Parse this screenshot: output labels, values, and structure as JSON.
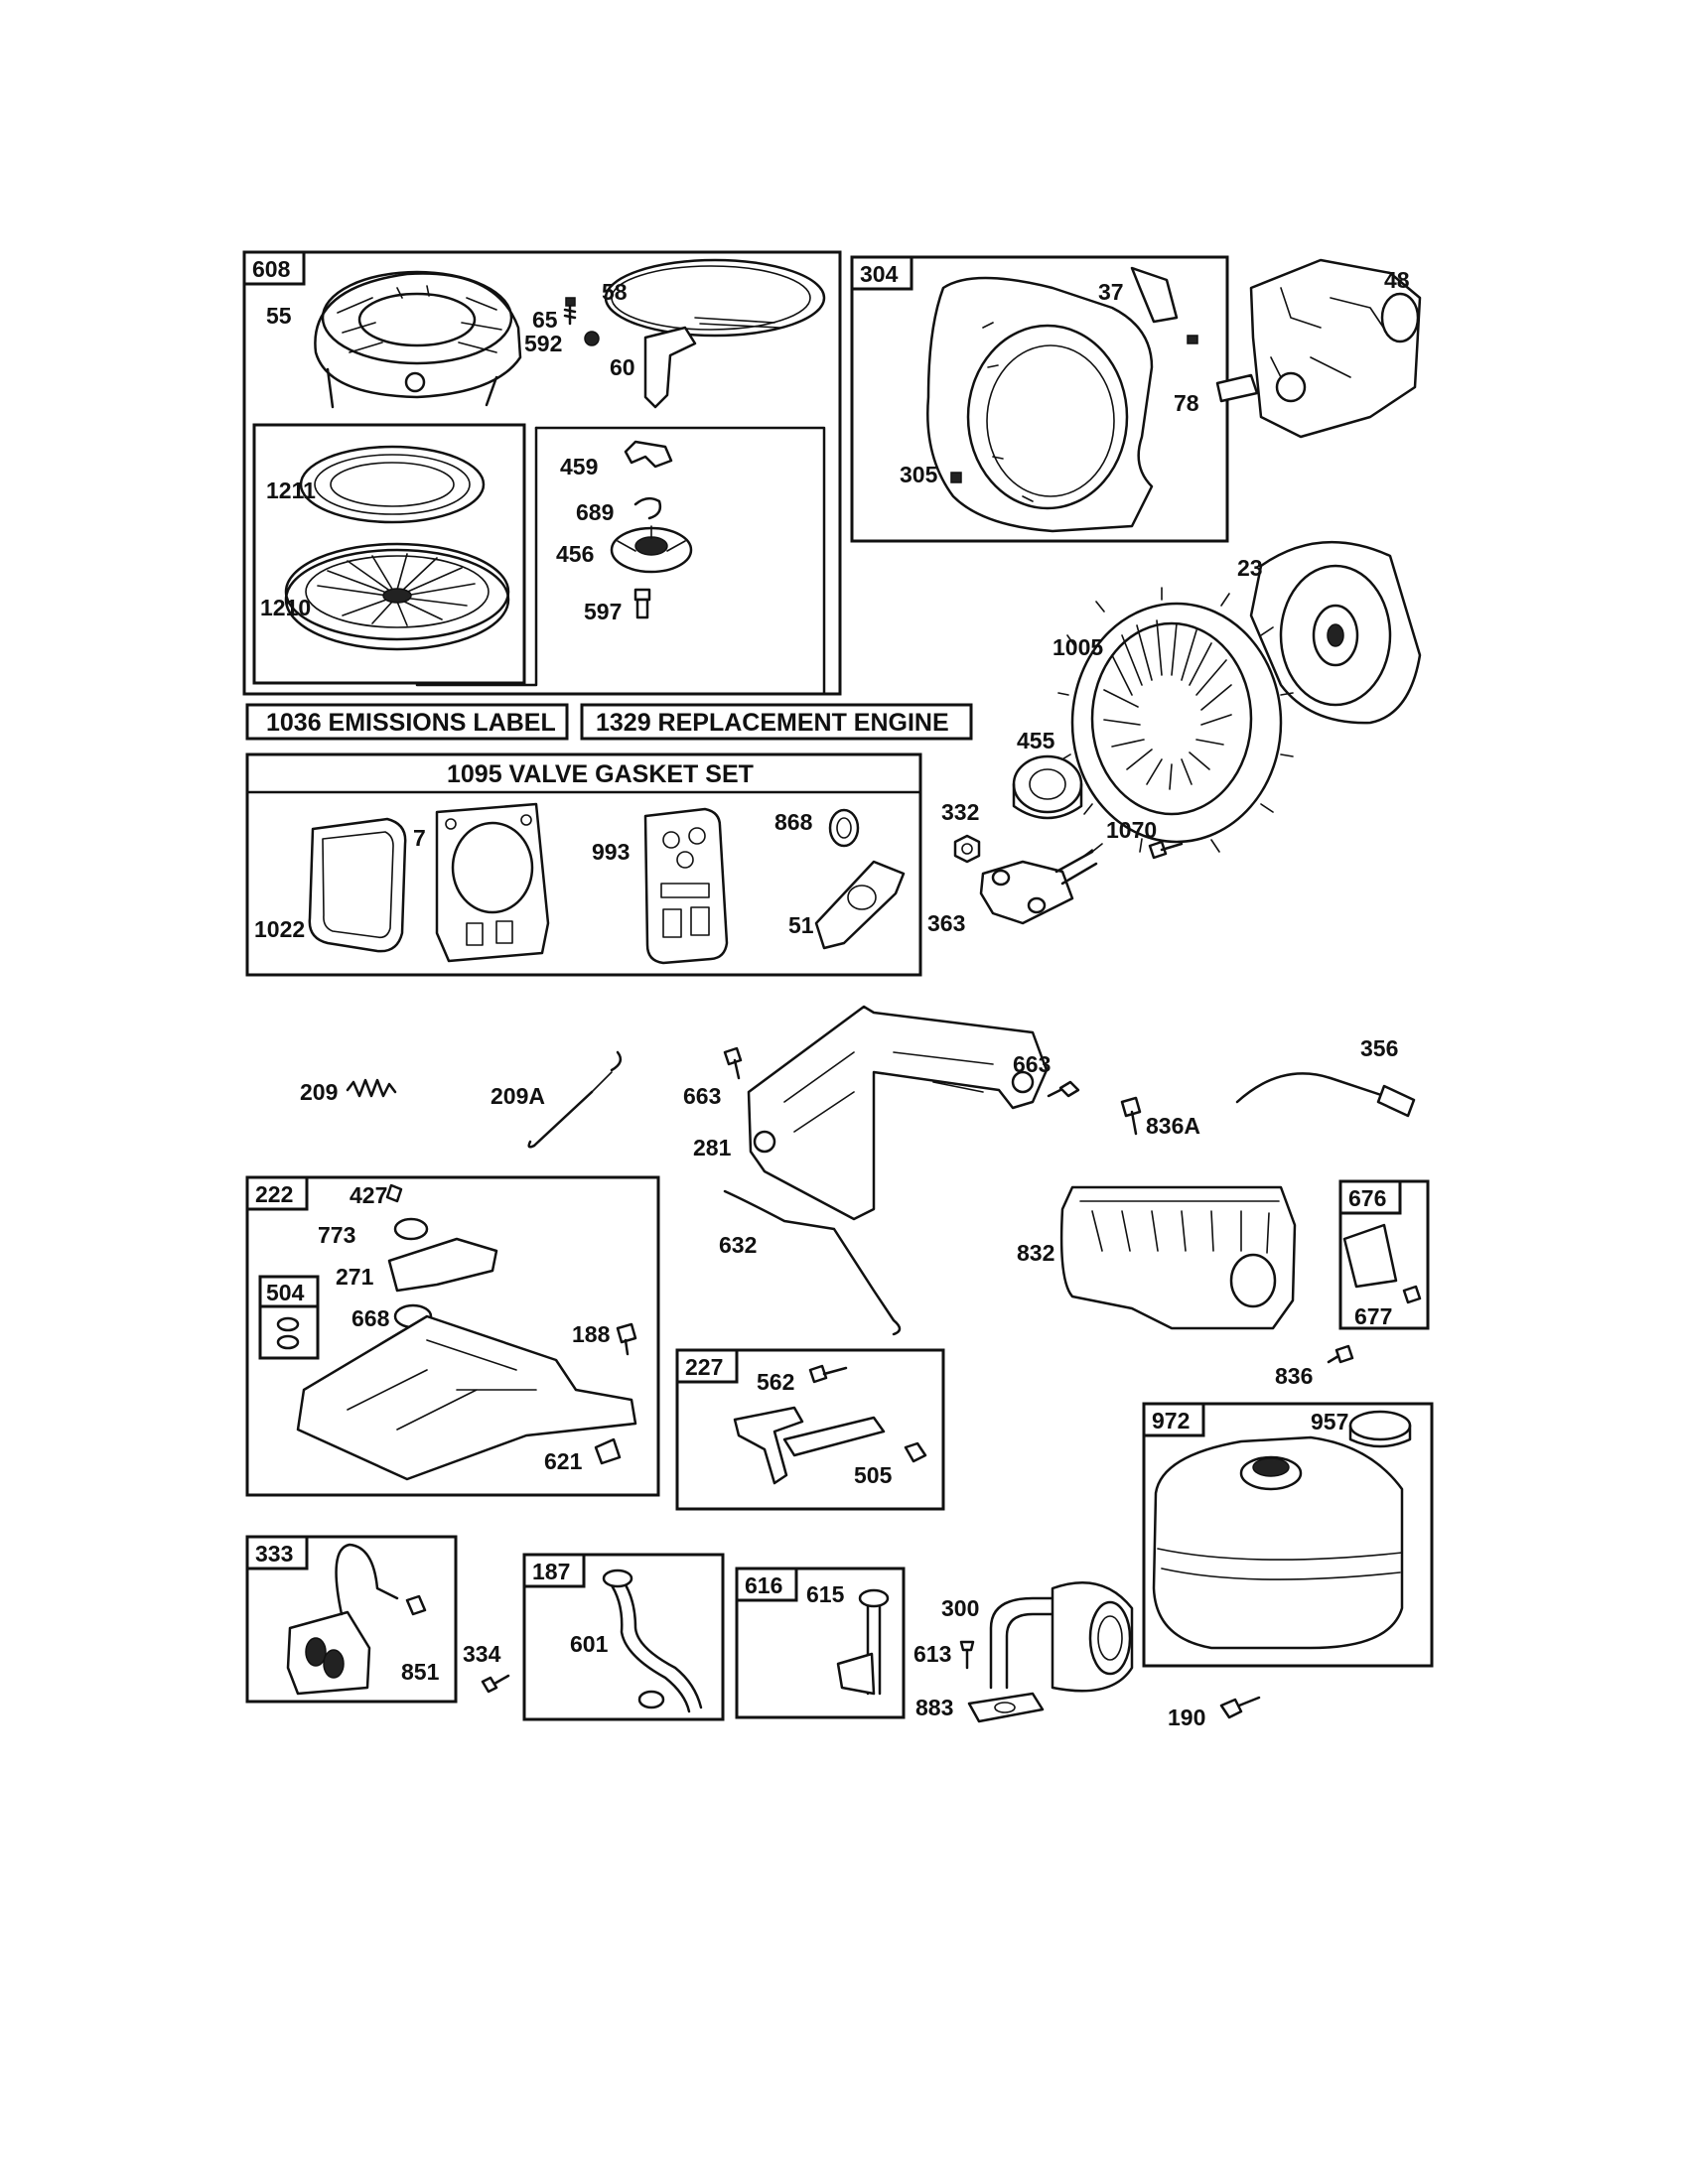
{
  "callouts": {
    "c608": "608",
    "c55": "55",
    "c65": "65",
    "c592": "592",
    "c58": "58",
    "c60": "60",
    "c1211": "1211",
    "c1210": "1210",
    "c459": "459",
    "c689": "689",
    "c456": "456",
    "c597": "597",
    "c304": "304",
    "c37": "37",
    "c78": "78",
    "c305": "305",
    "c48": "48",
    "c23": "23",
    "c1005": "1005",
    "c455": "455",
    "c332": "332",
    "c1070": "1070",
    "c363": "363",
    "c7": "7",
    "c993": "993",
    "c868": "868",
    "c1022": "1022",
    "c51": "51",
    "c209": "209",
    "c209A": "209A",
    "c663a": "663",
    "c663b": "663",
    "c281": "281",
    "c836A": "836A",
    "c356": "356",
    "c222": "222",
    "c427": "427",
    "c773": "773",
    "c271": "271",
    "c504": "504",
    "c668": "668",
    "c188": "188",
    "c621": "621",
    "c632": "632",
    "c832": "832",
    "c676": "676",
    "c677": "677",
    "c836": "836",
    "c227": "227",
    "c562": "562",
    "c505": "505",
    "c972": "972",
    "c957": "957",
    "c333": "333",
    "c851": "851",
    "c334": "334",
    "c187": "187",
    "c601": "601",
    "c616": "616",
    "c615": "615",
    "c613": "613",
    "c300": "300",
    "c883": "883",
    "c190": "190"
  },
  "labels": {
    "emissions": "1036 EMISSIONS LABEL",
    "replacement": "1329 REPLACEMENT ENGINE",
    "valve_gasket_set": "1095 VALVE GASKET SET"
  }
}
